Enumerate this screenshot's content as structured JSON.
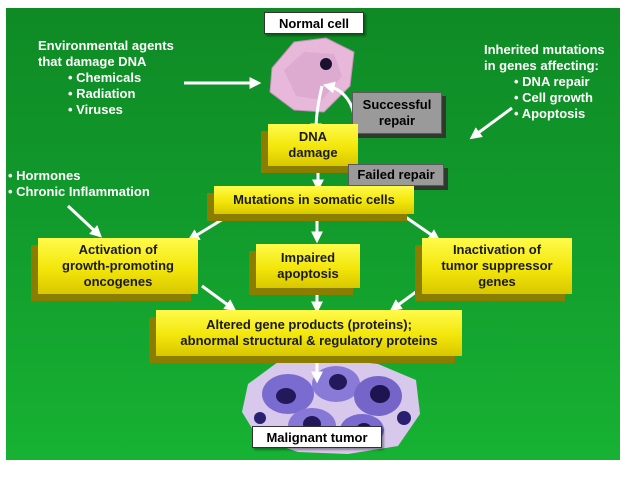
{
  "normal_cell_label": "Normal cell",
  "environmental": {
    "heading_line1": "Environmental agents",
    "heading_line2": "that damage DNA",
    "items": [
      "Chemicals",
      "Radiation",
      "Viruses"
    ]
  },
  "inherited": {
    "heading_line1": "Inherited mutations",
    "heading_line2": "in genes affecting:",
    "items": [
      "DNA repair",
      "Cell growth",
      "Apoptosis"
    ]
  },
  "successful_repair": "Successful\nrepair",
  "dna_damage": "DNA\ndamage",
  "failed_repair": "Failed repair",
  "hormones": {
    "items": [
      "Hormones",
      "Chronic Inflammation"
    ]
  },
  "mutations": "Mutations in somatic cells",
  "activation": "Activation of\ngrowth-promoting\noncogenes",
  "impaired": "Impaired\napoptosis",
  "inactivation": "Inactivation of\ntumor suppressor\ngenes",
  "altered": "Altered gene products (proteins);\nabnormal structural & regulatory proteins",
  "malignant_label": "Malignant tumor",
  "colors": {
    "background": "#119a2c",
    "box_yellow": "#f3e60a",
    "box_shadow": "#8a7d00",
    "repair_gray": "#9a9a9a",
    "arrow_white": "#ffffff"
  }
}
